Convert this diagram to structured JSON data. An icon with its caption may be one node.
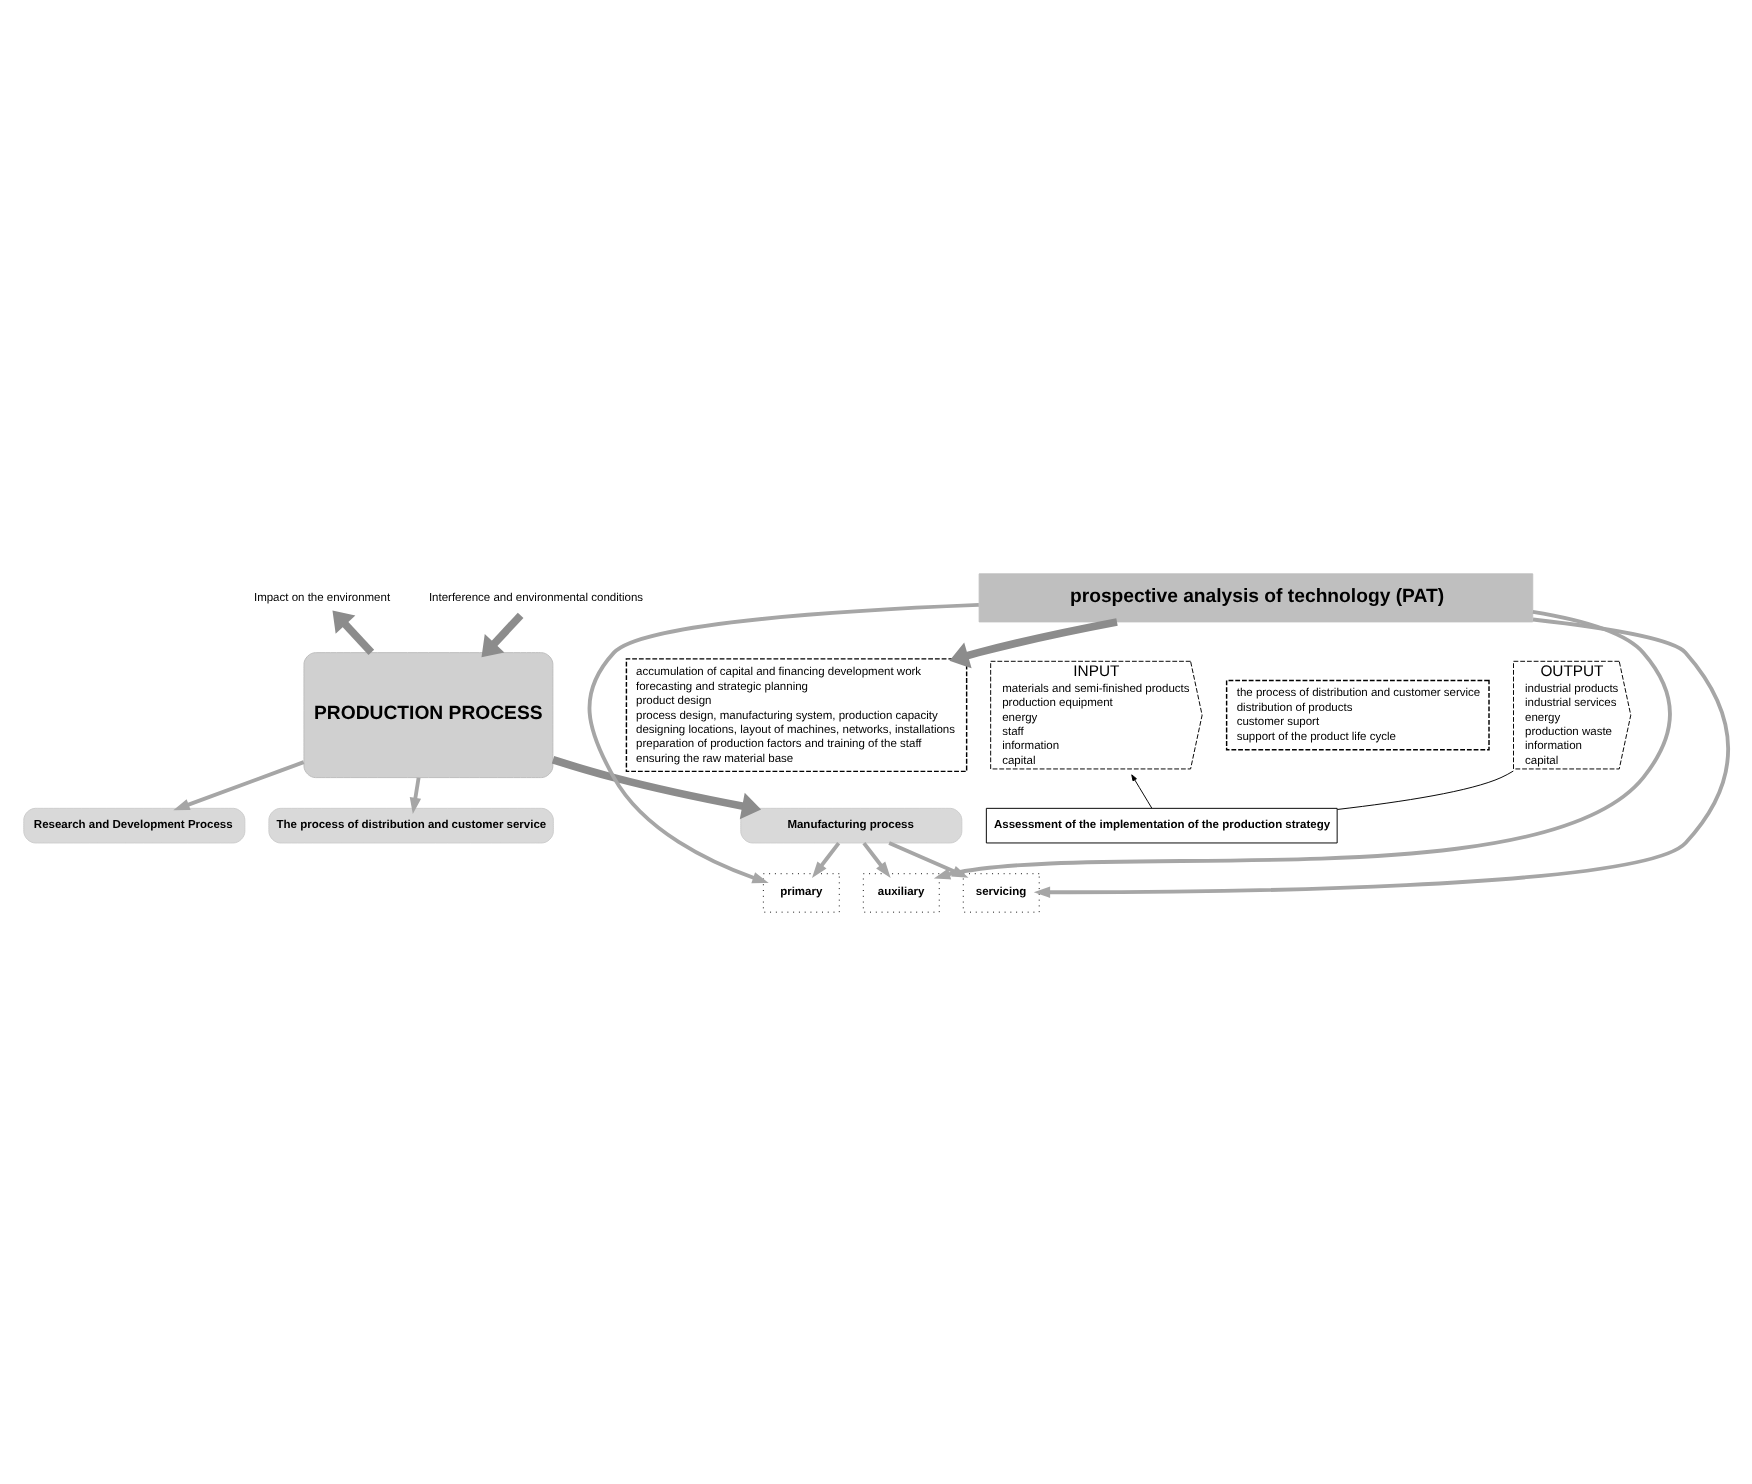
{
  "diagram": {
    "nodes": [
      {
        "text": [
          "Interference and environmental conditions"
        ]
      },
      {
        "text": [
          "Impact on the environment"
        ]
      },
      {
        "text": [
          "INPUT",
          "materials and semi-finished products",
          "production equipment",
          "energy",
          "staff",
          "information",
          "capital"
        ]
      },
      {
        "text": [
          "PRODUCTION PROCESS"
        ]
      },
      {
        "text": [
          "OUTPUT",
          "industrial products",
          "industrial services",
          "energy",
          "production waste",
          "information",
          "capital"
        ]
      },
      {
        "text": [
          "Research and Development Process"
        ]
      },
      {
        "text": [
          "accumulation of capital and financing development work",
          "forecasting and strategic planning",
          "product design",
          "process design, manufacturing system, production capacity",
          "designing locations, layout of machines, networks, installations",
          "preparation of production factors and training of the staff",
          "ensuring the raw material base"
        ]
      },
      {
        "text": [
          "The process of distribution and customer service"
        ]
      },
      {
        "text": [
          "the process of distribution and customer service",
          "distribution of products",
          "customer suport",
          "support of the product life cycle"
        ]
      },
      {
        "text": [
          "Manufacturing process"
        ]
      },
      {
        "text": [
          "primary"
        ]
      },
      {
        "text": [
          "auxiliary"
        ]
      },
      {
        "text": [
          "servicing"
        ]
      },
      {
        "text": [
          "Assessment of the implementation of the production strategy"
        ]
      },
      {
        "text": [
          "prospective analysis of technology (PAT)"
        ]
      }
    ],
    "edges": [
      {
        "from": 0,
        "to": 3,
        "arrow": "to",
        "style": "thick"
      },
      {
        "from": 3,
        "to": 1,
        "arrow": "to",
        "style": "thick"
      },
      {
        "from": 3,
        "to": 5,
        "arrow": "to"
      },
      {
        "from": 3,
        "to": 9,
        "arrow": "to",
        "style": "thick"
      },
      {
        "from": 3,
        "to": 7,
        "arrow": "to"
      },
      {
        "from": 9,
        "to": 10,
        "arrow": "to"
      },
      {
        "from": 9,
        "to": 11,
        "arrow": "to"
      },
      {
        "from": 9,
        "to": 12,
        "arrow": "to"
      },
      {
        "from": 14,
        "to": 6,
        "arrow": "to",
        "style": "thick"
      },
      {
        "from": 14,
        "to": 10,
        "arrow": "to"
      },
      {
        "from": 14,
        "to": 11,
        "arrow": "to"
      },
      {
        "from": 14,
        "to": 12,
        "arrow": "to"
      },
      {
        "from": 4,
        "to": 13,
        "arrow": "none",
        "color": "#000000"
      },
      {
        "from": 13,
        "to": 2,
        "arrow": "to",
        "color": "#000000"
      }
    ]
  }
}
